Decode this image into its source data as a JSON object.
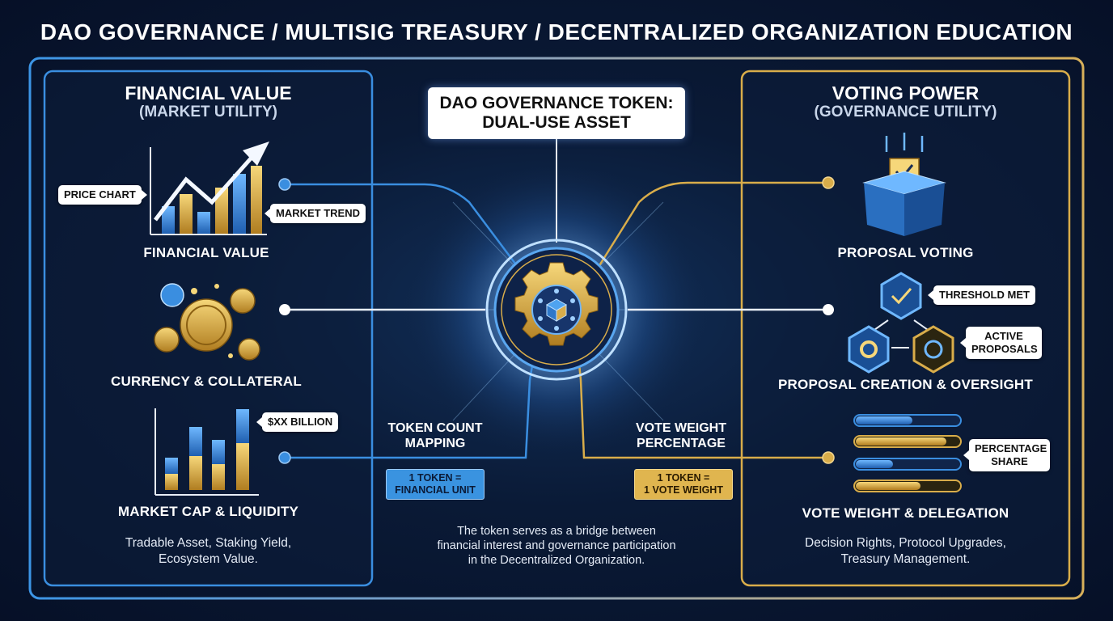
{
  "header": {
    "title": "DAO GOVERNANCE / MULTISIG TREASURY / DECENTRALIZED ORGANIZATION EDUCATION"
  },
  "center": {
    "title_line1": "DAO GOVERNANCE TOKEN:",
    "title_line2": "DUAL-USE ASSET",
    "icon": "gear-token-icon",
    "mapping_left": {
      "title_line1": "TOKEN COUNT",
      "title_line2": "MAPPING",
      "badge_line1": "1 TOKEN =",
      "badge_line2": "FINANCIAL UNIT"
    },
    "mapping_right": {
      "title_line1": "VOTE WEIGHT",
      "title_line2": "PERCENTAGE",
      "badge_line1": "1 TOKEN =",
      "badge_line2": "1 VOTE WEIGHT"
    },
    "description_line1": "The token serves as a bridge between",
    "description_line2": "financial interest and governance participation",
    "description_line3": "in the Decentralized Organization."
  },
  "left_panel": {
    "title": "FINANCIAL VALUE",
    "subtitle": "(MARKET UTILITY)",
    "sections": [
      {
        "label": "FINANCIAL VALUE",
        "icon": "rising-chart-icon",
        "callouts": [
          "PRICE CHART",
          "MARKET TREND"
        ]
      },
      {
        "label": "CURRENCY & COLLATERAL",
        "icon": "coins-icon"
      },
      {
        "label": "MARKET CAP & LIQUIDITY",
        "icon": "bar-chart-icon",
        "callouts": [
          "$XX BILLION"
        ]
      }
    ],
    "description_line1": "Tradable Asset, Staking Yield,",
    "description_line2": "Ecosystem Value."
  },
  "right_panel": {
    "title": "VOTING POWER",
    "subtitle": "(GOVERNANCE UTILITY)",
    "sections": [
      {
        "label": "PROPOSAL VOTING",
        "icon": "ballot-box-icon"
      },
      {
        "label": "PROPOSAL CREATION & OVERSIGHT",
        "icon": "hexagon-network-icon",
        "callouts": [
          "THRESHOLD MET",
          "ACTIVE PROPOSALS"
        ]
      },
      {
        "label": "VOTE WEIGHT & DELEGATION",
        "icon": "progress-bars-icon",
        "callouts": [
          "PERCENTAGE SHARE"
        ]
      }
    ],
    "description_line1": "Decision Rights, Protocol Upgrades,",
    "description_line2": "Treasury Management."
  },
  "colors": {
    "blue": "#3a8ee0",
    "gold": "#d9ad4a",
    "background": "#0a1a36"
  }
}
